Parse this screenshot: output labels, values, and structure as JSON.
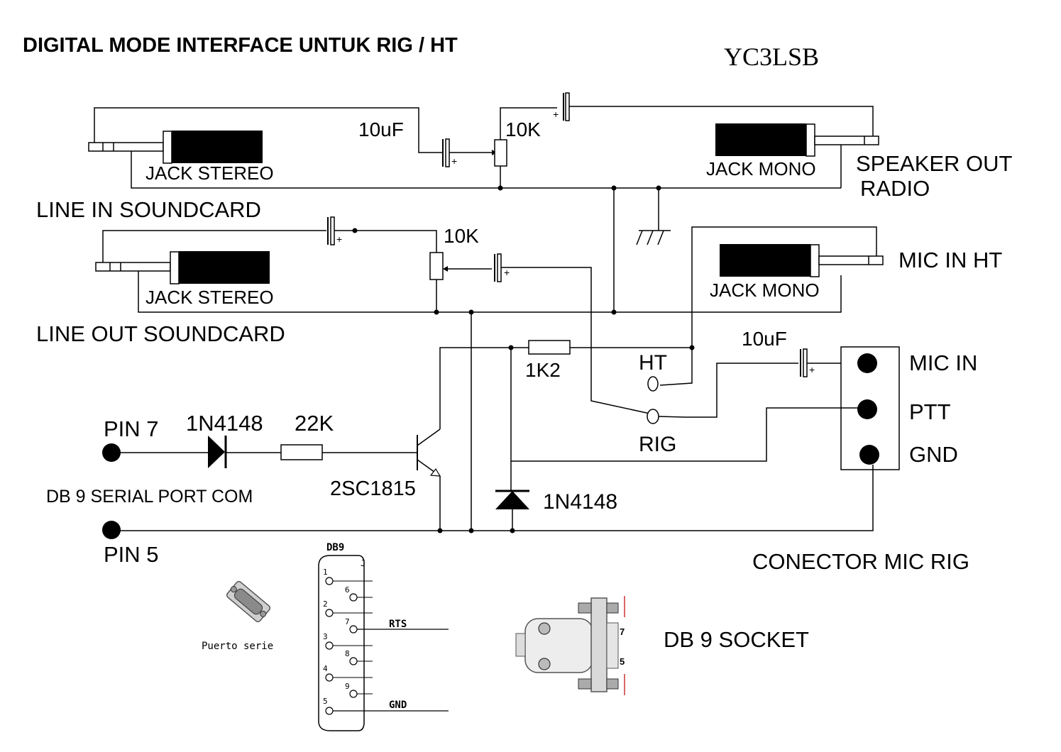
{
  "title": "DIGITAL MODE INTERFACE UNTUK RIG / HT",
  "callsign": "YC3LSB",
  "labels": {
    "cap_top_left": "10uF",
    "pot_top": "10K",
    "jack_stereo_1": "JACK STEREO",
    "jack_mono_1": "JACK MONO",
    "speaker_out": "SPEAKER OUT",
    "radio": "RADIO",
    "line_in": "LINE IN SOUNDCARD",
    "pot_mid": "10K",
    "jack_stereo_2": "JACK STEREO",
    "jack_mono_2": "JACK MONO",
    "mic_in_ht": "MIC IN HT",
    "line_out": "LINE OUT SOUNDCARD",
    "cap_right": "10uF",
    "res_1k2": "1K2",
    "ht": "HT",
    "rig": "RIG",
    "mic_in": "MIC IN",
    "ptt": "PTT",
    "gnd": "GND",
    "pin7": "PIN 7",
    "diode_1": "1N4148",
    "res_22k": "22K",
    "transistor": "2SC1815",
    "db9_serial": "DB 9 SERIAL PORT COM",
    "diode_2": "1N4148",
    "pin5": "PIN 5",
    "conector_mic_rig": "CONECTOR MIC RIG",
    "db9_socket": "DB 9 SOCKET",
    "puerto_serie": "Puerto serie",
    "db9_header": "DB9",
    "db9_j": "J",
    "rts": "RTS",
    "db9_gnd": "GND",
    "db9_pins": [
      "1",
      "6",
      "2",
      "7",
      "3",
      "8",
      "4",
      "9",
      "5"
    ],
    "socket_7": "7",
    "socket_5": "5"
  },
  "colors": {
    "ink": "#000000",
    "paper": "#ffffff"
  }
}
